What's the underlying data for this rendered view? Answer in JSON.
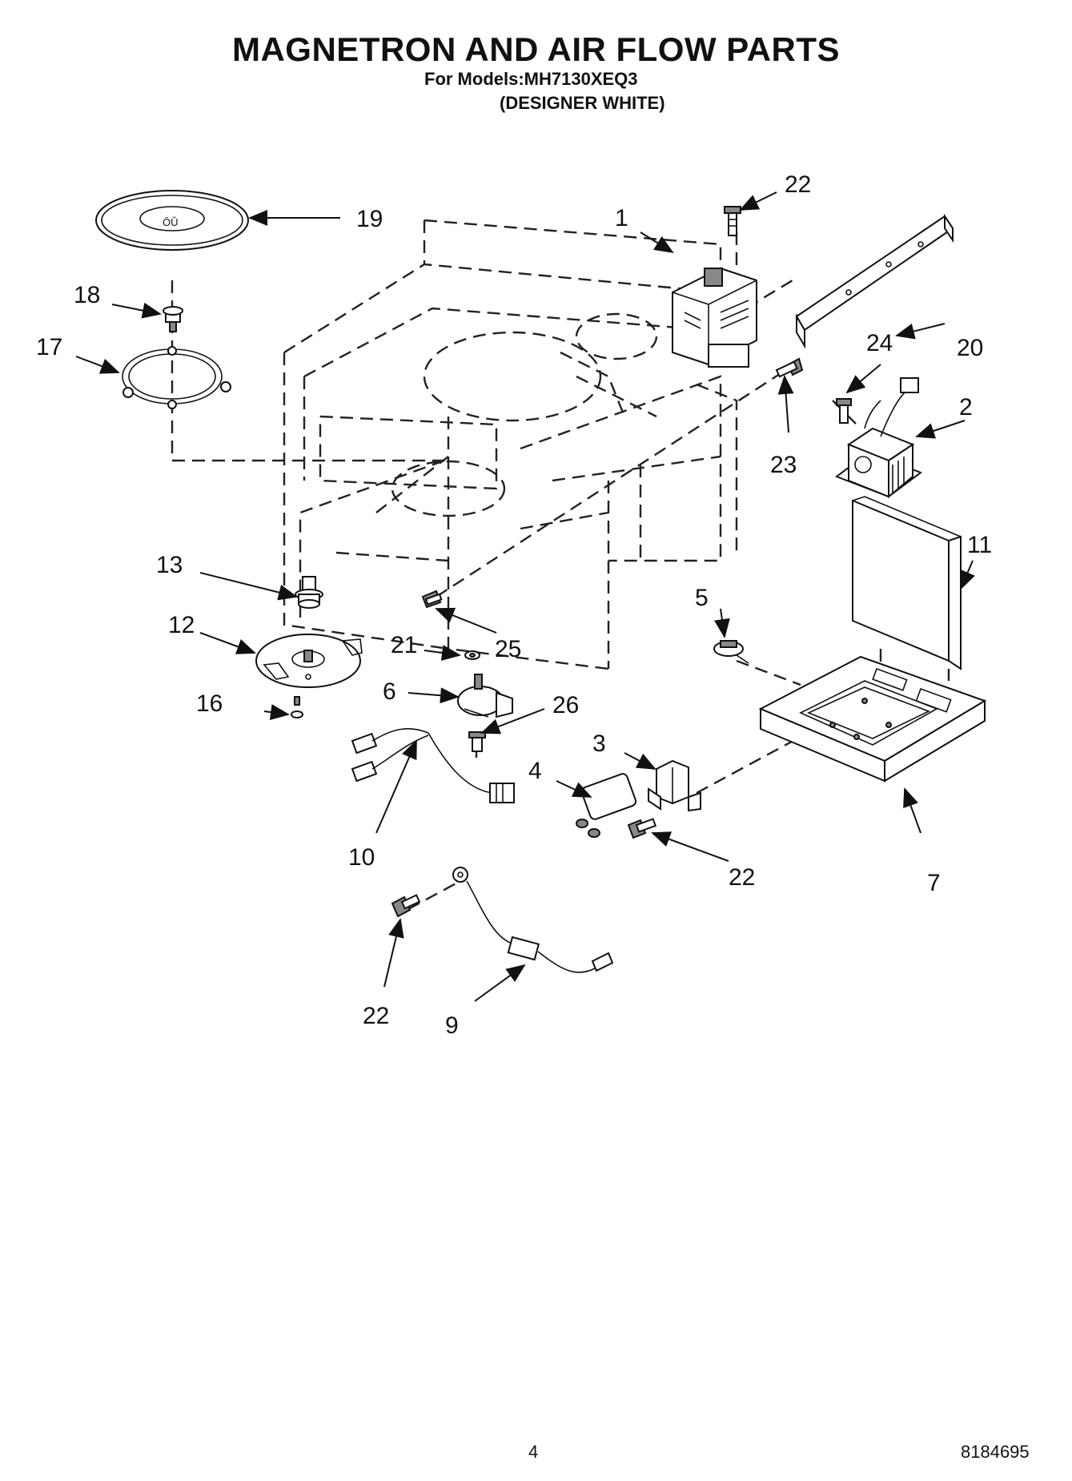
{
  "header": {
    "title": "MAGNETRON AND AIR FLOW PARTS",
    "models_line": "For Models:MH7130XEQ3",
    "color_line": "(DESIGNER WHITE)"
  },
  "footer": {
    "page_number": "4",
    "doc_code": "8184695"
  },
  "callouts": {
    "c1": "1",
    "c2": "2",
    "c3": "3",
    "c4": "4",
    "c5": "5",
    "c6": "6",
    "c7": "7",
    "c9": "9",
    "c10": "10",
    "c11": "11",
    "c12": "12",
    "c13": "13",
    "c16": "16",
    "c17": "17",
    "c18": "18",
    "c19": "19",
    "c20": "20",
    "c21": "21",
    "c22a": "22",
    "c22b": "22",
    "c22c": "22",
    "c23": "23",
    "c24": "24",
    "c25": "25",
    "c26": "26"
  }
}
